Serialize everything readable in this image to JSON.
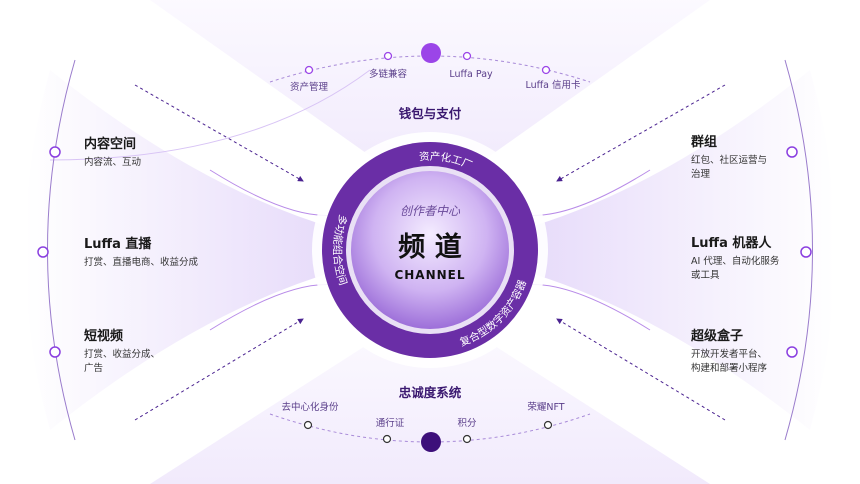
{
  "colors": {
    "accent": "#9b45e8",
    "dark": "#3d0f7a",
    "ring": "#6a2ea6",
    "wedge": "#efe6fb"
  },
  "top": {
    "title": "钱包与支付",
    "items": [
      "资产管理",
      "多链兼容",
      "Luffa Pay",
      "Luffa 信用卡"
    ]
  },
  "bottom": {
    "title": "忠诚度系统",
    "items": [
      "去中心化身份",
      "通行证",
      "积分",
      "荣耀NFT"
    ]
  },
  "center": {
    "subtitle": "创作者中心",
    "title": "频 道",
    "title_en": "CHANNEL",
    "ring_top": "资产化工厂",
    "ring_left": "多功能组合空间",
    "ring_right": "复合型数字资产容器"
  },
  "left": [
    {
      "title": "内容空间",
      "desc": [
        "内容流、互动"
      ]
    },
    {
      "title": "Luffa 直播",
      "desc": [
        "打赏、直播电商、收益分成"
      ]
    },
    {
      "title": "短视频",
      "desc": [
        "打赏、收益分成、",
        "广告"
      ]
    }
  ],
  "right": [
    {
      "title": "群组",
      "desc": [
        "红包、社区运营与",
        "治理"
      ]
    },
    {
      "title": "Luffa 机器人",
      "desc": [
        "AI 代理、自动化服务",
        "或工具"
      ]
    },
    {
      "title": "超级盒子",
      "desc": [
        "开放开发者平台、",
        "构建和部署小程序"
      ]
    }
  ]
}
